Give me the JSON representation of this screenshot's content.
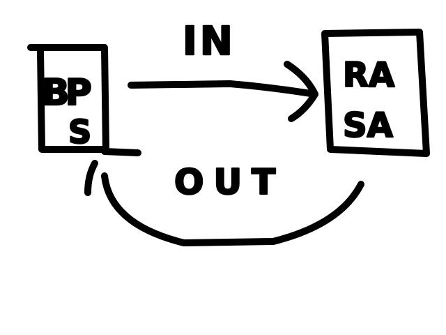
{
  "diagram": {
    "left_box": {
      "lines": [
        "BP",
        "S"
      ]
    },
    "right_box": {
      "lines": [
        "RA",
        "SA"
      ]
    },
    "top_arrow_label": "IN",
    "bottom_arrow_label": "OUT"
  }
}
